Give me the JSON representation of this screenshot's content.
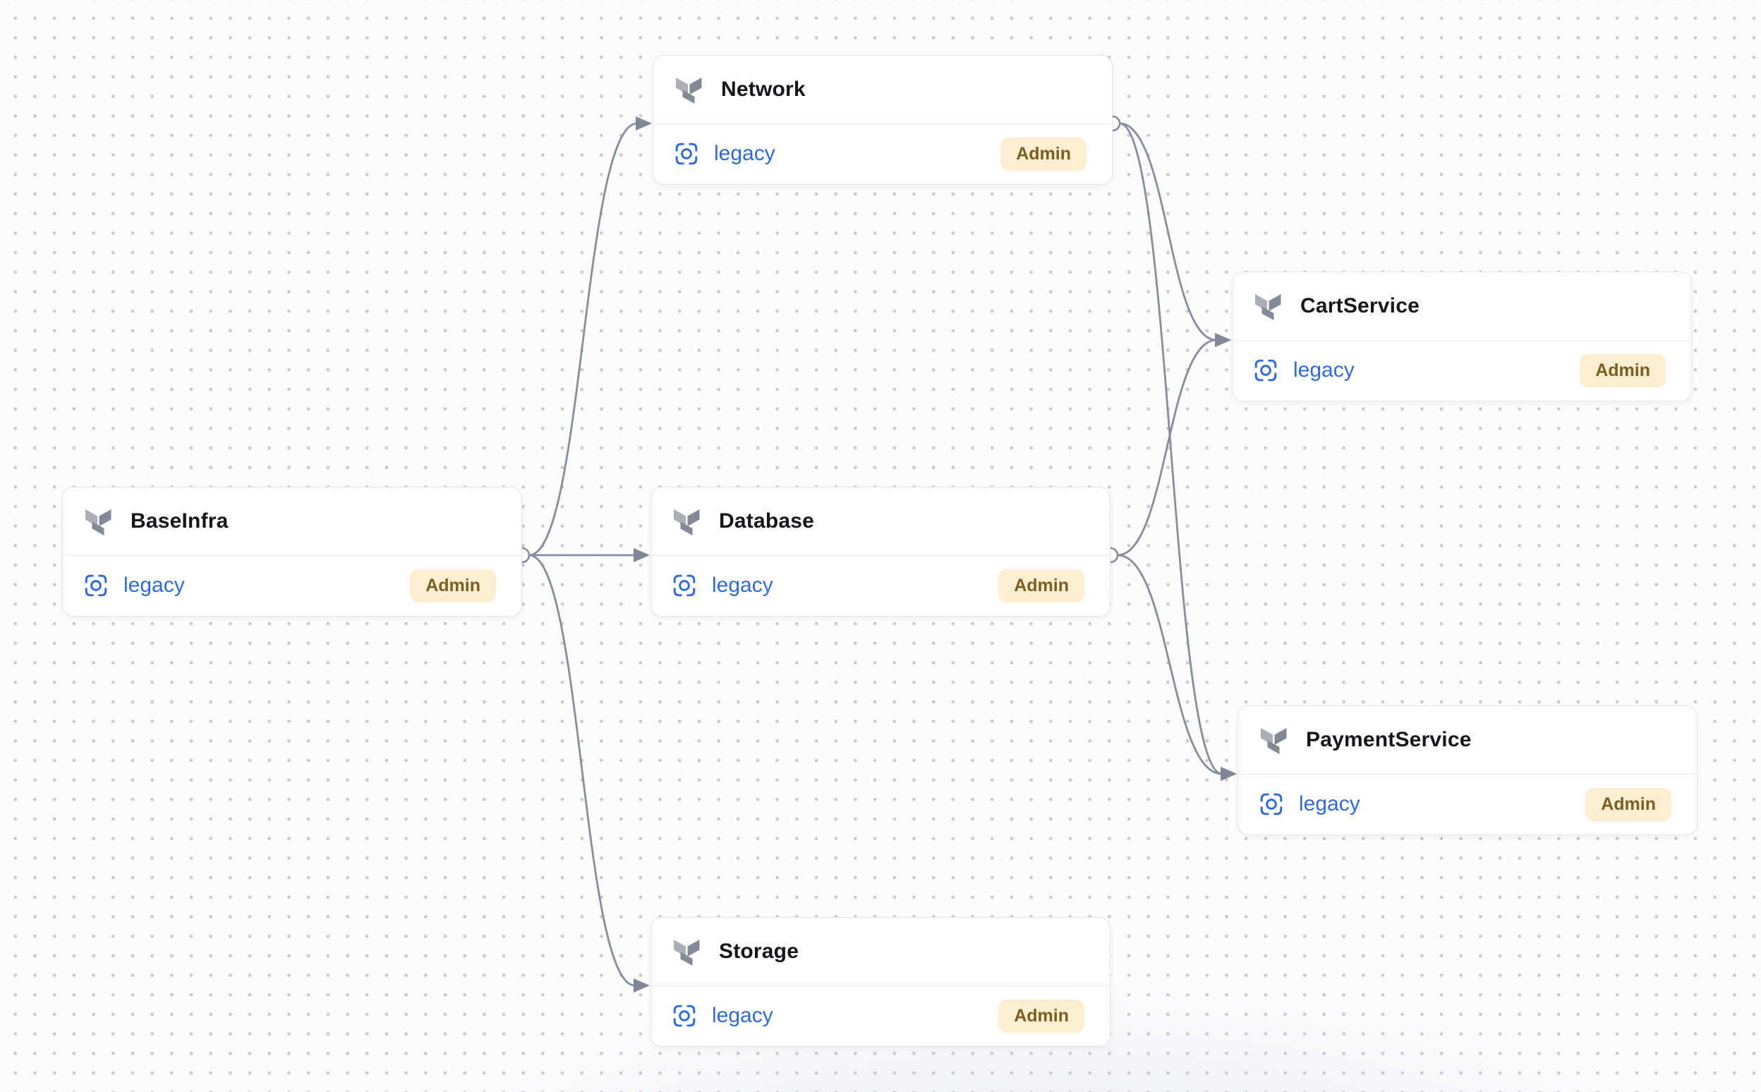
{
  "colors": {
    "canvas_bg": "#fcfcfd",
    "grid_dot": "#c9cbd1",
    "node_border": "#e3e5ea",
    "node_title": "#15171c",
    "workspace_link": "#2f6ae0",
    "badge_bg": "#fdeed1",
    "badge_text": "#7b5f22",
    "edge": "#878da0",
    "terraform_icon_light": "#a9aeb7",
    "terraform_icon_dark": "#838a96"
  },
  "icons": {
    "node_type": "terraform-icon",
    "workspace": "focus-target-icon"
  },
  "nodes": [
    {
      "id": "BaseInfra",
      "title": "BaseInfra",
      "workspace": "legacy",
      "role": "Admin"
    },
    {
      "id": "Network",
      "title": "Network",
      "workspace": "legacy",
      "role": "Admin"
    },
    {
      "id": "Database",
      "title": "Database",
      "workspace": "legacy",
      "role": "Admin"
    },
    {
      "id": "Storage",
      "title": "Storage",
      "workspace": "legacy",
      "role": "Admin"
    },
    {
      "id": "CartService",
      "title": "CartService",
      "workspace": "legacy",
      "role": "Admin"
    },
    {
      "id": "PaymentService",
      "title": "PaymentService",
      "workspace": "legacy",
      "role": "Admin"
    }
  ],
  "edges": [
    {
      "from": "BaseInfra",
      "to": "Network"
    },
    {
      "from": "BaseInfra",
      "to": "Database"
    },
    {
      "from": "BaseInfra",
      "to": "Storage"
    },
    {
      "from": "Network",
      "to": "CartService"
    },
    {
      "from": "Network",
      "to": "PaymentService"
    },
    {
      "from": "Database",
      "to": "CartService"
    },
    {
      "from": "Database",
      "to": "PaymentService"
    }
  ]
}
